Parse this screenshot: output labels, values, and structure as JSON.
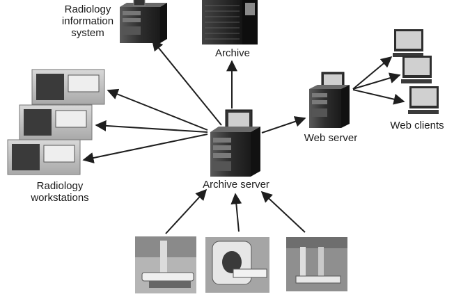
{
  "labels": {
    "ris": "Radiology\ninformation\nsystem",
    "archive": "Archive",
    "web_server": "Web server",
    "web_clients": "Web clients",
    "archive_server": "Archive server",
    "workstations": "Radiology\nworkstations"
  },
  "colors": {
    "arrow": "#1e1e1e",
    "device_dark": "#2b2b2b",
    "device_mid": "#555555",
    "screen": "#cfcfcf",
    "imaging_bg": "#9a9a9a"
  },
  "icons": {
    "server": "server-tower-icon",
    "rack": "storage-rack-icon",
    "workstation": "workstation-monitor-icon",
    "client": "client-pc-icon",
    "xray": "xray-machine-icon",
    "ct": "ct-scanner-icon",
    "fluoro": "fluoroscopy-room-icon"
  }
}
